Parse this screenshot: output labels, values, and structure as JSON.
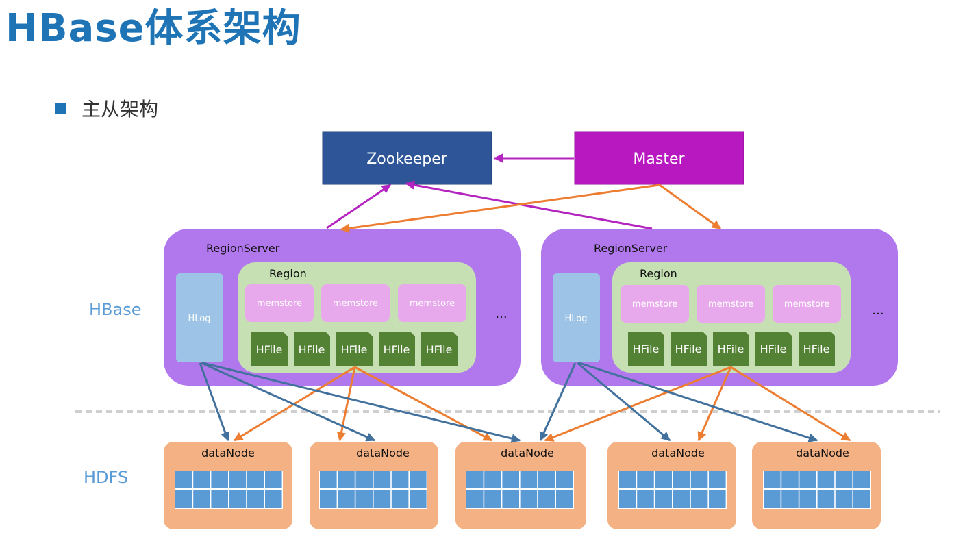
{
  "page": {
    "title": "HBase体系架构",
    "bullet": "主从架构"
  },
  "diagram": {
    "zookeeper": "Zookeeper",
    "master": "Master",
    "layers": {
      "hbase": "HBase",
      "hdfs": "HDFS"
    },
    "region_servers": [
      {
        "label": "RegionServer",
        "hlog": "HLog",
        "region": "Region",
        "memstores": [
          "memstore",
          "memstore",
          "memstore"
        ],
        "hfiles": [
          "HFile",
          "HFile",
          "HFile",
          "HFile",
          "HFile"
        ],
        "ellipsis": "..."
      },
      {
        "label": "RegionServer",
        "hlog": "HLog",
        "region": "Region",
        "memstores": [
          "memstore",
          "memstore",
          "memstore"
        ],
        "hfiles": [
          "HFile",
          "HFile",
          "HFile",
          "HFile",
          "HFile"
        ],
        "ellipsis": "..."
      }
    ],
    "datanodes": [
      "dataNode",
      "dataNode",
      "dataNode",
      "dataNode",
      "dataNode"
    ],
    "colors": {
      "zookeeper": "#2e5597",
      "master": "#b818c0",
      "region_server": "#b178ee",
      "region": "#c6e0b4",
      "memstore": "#e7a9ec",
      "hfile": "#548235",
      "hlog": "#9dc3e6",
      "datanode": "#f4b183",
      "block": "#5b9bd5",
      "arrow_blue": "#41719c",
      "arrow_orange": "#ed7d31",
      "arrow_purple": "#b425c0",
      "layer_label": "#5b9bd5"
    }
  }
}
